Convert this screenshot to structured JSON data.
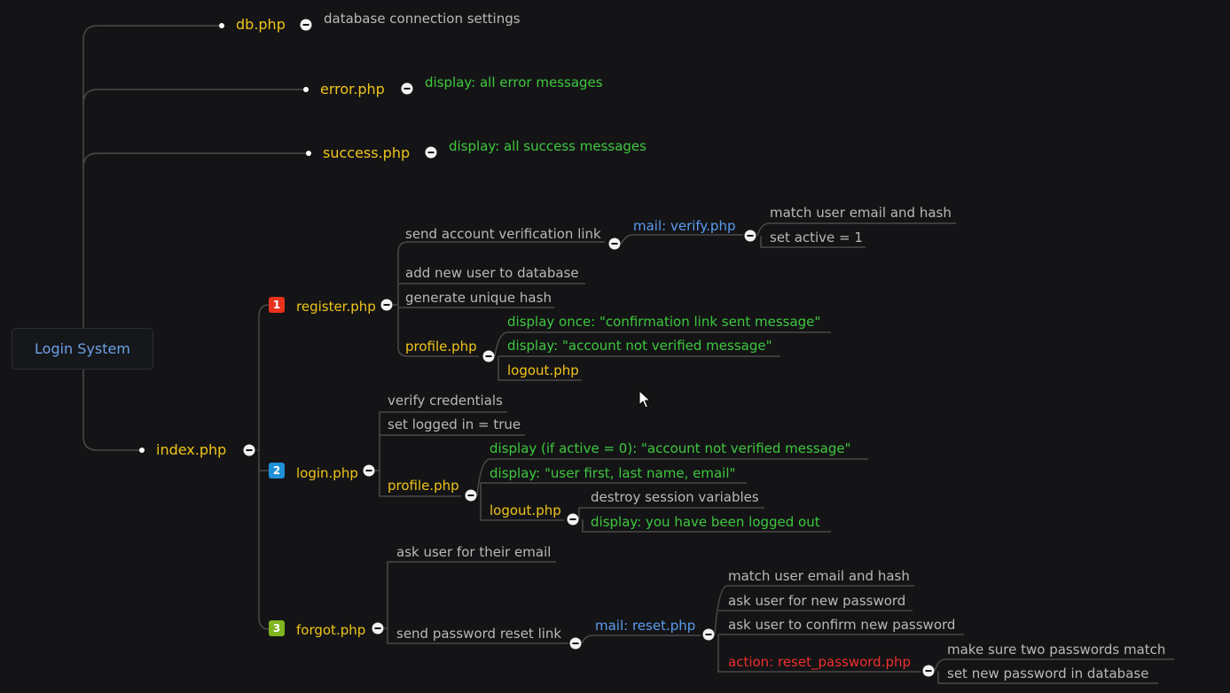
{
  "root": {
    "label": "Login System"
  },
  "files": {
    "db": {
      "name": "db.php",
      "note": "database connection settings"
    },
    "error": {
      "name": "error.php",
      "note": "display: all error messages"
    },
    "success": {
      "name": "success.php",
      "note": "display: all success messages"
    },
    "index": {
      "name": "index.php"
    }
  },
  "register": {
    "badge": "1",
    "name": "register.php",
    "send_link": "send account verification link",
    "mail": "mail: verify.php",
    "verify_children": [
      "match user email and hash",
      "set active = 1"
    ],
    "add_user": "add new user to database",
    "gen_hash": "generate unique hash",
    "profile": "profile.php",
    "profile_children": [
      "display once: \"confirmation link sent message\"",
      "display: \"account not verified message\"",
      "logout.php"
    ]
  },
  "login": {
    "badge": "2",
    "name": "login.php",
    "verify": "verify credentials",
    "set_logged": "set logged in = true",
    "profile": "profile.php",
    "profile_children": [
      "display (if active = 0): \"account not verified message\"",
      "display: \"user first, last name, email\""
    ],
    "logout": "logout.php",
    "logout_children": [
      "destroy session variables",
      "display: you have been logged out"
    ]
  },
  "forgot": {
    "badge": "3",
    "name": "forgot.php",
    "ask_email": "ask user for their email",
    "send_reset": "send password reset link",
    "mail": "mail: reset.php",
    "reset_children": [
      "match user email and hash",
      "ask user for new password",
      "ask user to confirm new password"
    ],
    "action": "action: reset_password.php",
    "action_children": [
      "make sure two passwords match",
      "set new password in database"
    ]
  },
  "colors": {
    "background": "#141416",
    "file": "#f0c419",
    "display": "#3ec83e",
    "plain": "#b9b9b9",
    "mail": "#5b9cf0",
    "action": "#f02e2e",
    "connector": "#555555"
  }
}
